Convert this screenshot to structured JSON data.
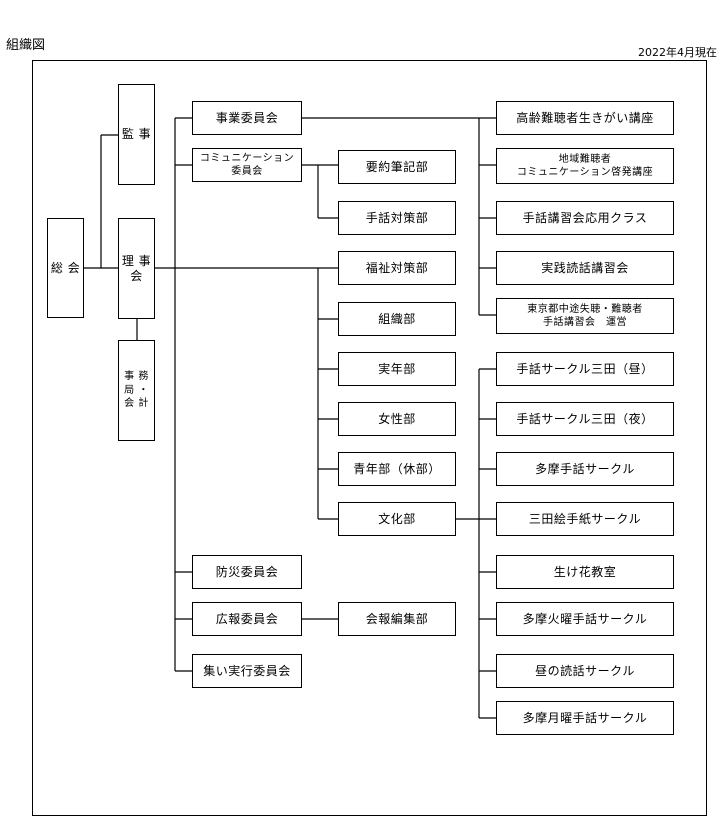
{
  "page": {
    "title": "組織図",
    "date_note": "2022年4月現在"
  },
  "nodes": {
    "soukai": "総\n会",
    "kanji": "監\n事",
    "rijikai": "理\n事\n会",
    "jimukyoku": "事\n務\n局\n・\n会\n計",
    "jigyou_iinkai": "事業委員会",
    "comm_iinkai": "コミュニケーション\n委員会",
    "bousai_iinkai": "防災委員会",
    "kouhou_iinkai": "広報委員会",
    "tsudoi_iinkai": "集い実行委員会",
    "youyaku": "要約筆記部",
    "shuwa_taisaku": "手話対策部",
    "fukushi": "福祉対策部",
    "soshiki": "組織部",
    "jitsunen": "実年部",
    "josei": "女性部",
    "seinen": "青年部（休部）",
    "bunka": "文化部",
    "kaihou_henshu": "会報編集部",
    "koureisha": "高齢難聴者生きがい講座",
    "chiiki": "地域難聴者\nコミュニケーション啓発講座",
    "ouyou": "手話講習会応用クラス",
    "jissen": "実践読話講習会",
    "tokyo": "東京都中途失聴・難聴者\n手話講習会　運営",
    "mita_hiru": "手話サークル三田（昼）",
    "mita_yoru": "手話サークル三田（夜）",
    "tama_shuwa": "多摩手話サークル",
    "mita_etegami": "三田絵手紙サークル",
    "ikebana": "生け花教室",
    "tama_kayou": "多摩火曜手話サークル",
    "hiru_dokuwa": "昼の読話サークル",
    "tama_getsuyou": "多摩月曜手話サークル"
  }
}
